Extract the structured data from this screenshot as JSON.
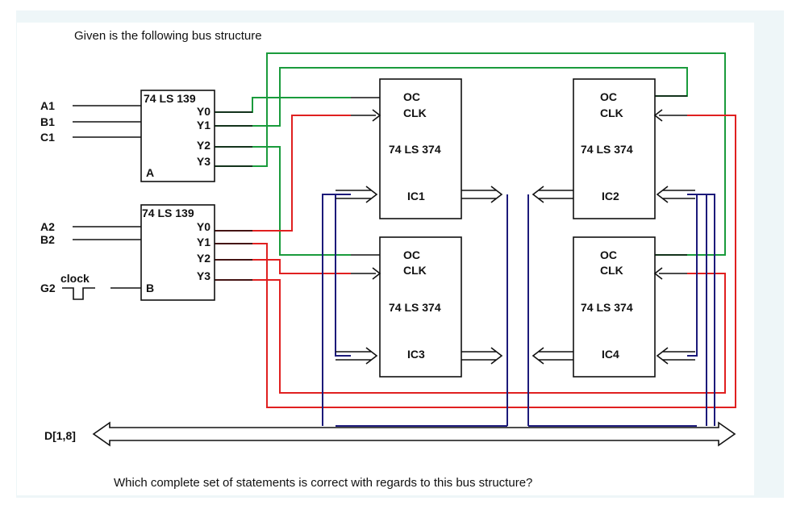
{
  "title": "Given is the following bus structure",
  "question": "Which complete set of statements is correct with regards to this bus structure?",
  "colors": {
    "green": "#1a9b3c",
    "red": "#e02020",
    "blue": "#1c1a7a",
    "black": "#111111",
    "panel_bg": "#eef6f8"
  },
  "decoder_a": {
    "part": "74 LS 139",
    "name": "A",
    "inputs": [
      "A1",
      "B1",
      "C1"
    ],
    "outputs": [
      "Y0",
      "Y1",
      "Y2",
      "Y3"
    ]
  },
  "decoder_b": {
    "part": "74 LS 139",
    "name": "B",
    "inputs": [
      "A2",
      "B2",
      "G2"
    ],
    "clock_label": "clock",
    "outputs": [
      "Y0",
      "Y1",
      "Y2",
      "Y3"
    ]
  },
  "registers": [
    {
      "id": "IC1",
      "part": "74 LS 374",
      "oc": "OC",
      "clk": "CLK"
    },
    {
      "id": "IC2",
      "part": "74 LS 374",
      "oc": "OC",
      "clk": "CLK"
    },
    {
      "id": "IC3",
      "part": "74 LS 374",
      "oc": "OC",
      "clk": "CLK"
    },
    {
      "id": "IC4",
      "part": "74 LS 374",
      "oc": "OC",
      "clk": "CLK"
    }
  ],
  "bus_label": "D[1,8]"
}
